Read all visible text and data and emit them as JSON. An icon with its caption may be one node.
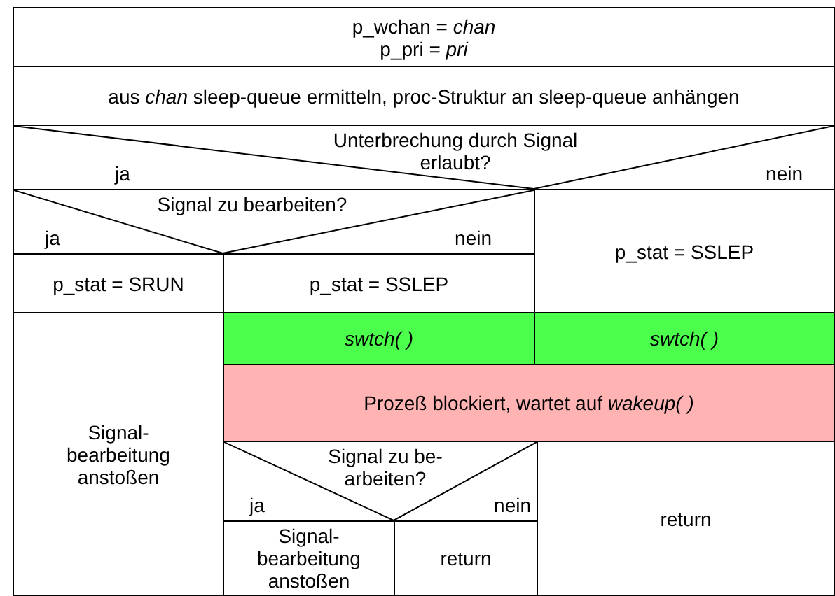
{
  "diagram": {
    "nodes": [
      {
        "text": [
          "p_wchan = *chan*",
          "p_pri = *pri*"
        ]
      },
      {
        "text": [
          "aus *chan* sleep-queue ermitteln, proc-Struktur an sleep-queue anhängen"
        ]
      },
      {
        "text": [
          "Unterbrechung durch Signal erlaubt?",
          "ja",
          "nein"
        ]
      },
      {
        "text": [
          "Signal zu bearbeiten?",
          "ja",
          "nein"
        ]
      },
      {
        "text": [
          "p_stat = SRUN"
        ]
      },
      {
        "text": [
          "p_stat = SSLEP"
        ]
      },
      {
        "text": [
          "p_stat = SSLEP"
        ]
      },
      {
        "text": [
          "Signal- bearbeitung anstoßen"
        ]
      },
      {
        "text": [
          "*swtch( )*"
        ]
      },
      {
        "text": [
          "*swtch( )*"
        ]
      },
      {
        "text": [
          "Prozeß blockiert, wartet auf *wakeup( )*"
        ]
      },
      {
        "text": [
          "Signal zu be- arbeiten?",
          "ja",
          "nein"
        ]
      },
      {
        "text": [
          "return"
        ]
      },
      {
        "text": [
          "Signal- bearbeitung anstoßen"
        ]
      },
      {
        "text": [
          "return"
        ]
      }
    ]
  }
}
